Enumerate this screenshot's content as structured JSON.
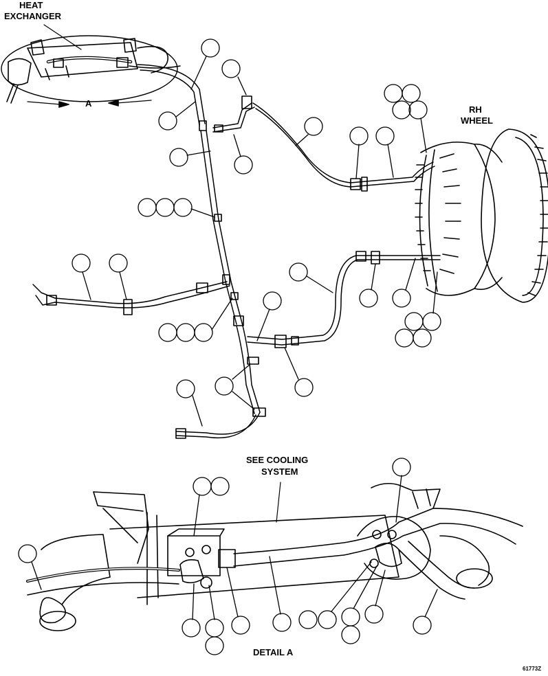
{
  "labels": {
    "heat_exchanger_line1": "HEAT",
    "heat_exchanger_line2": "EXCHANGER",
    "view_letter": "A",
    "rh_wheel_line1": "RH",
    "rh_wheel_line2": "WHEEL",
    "see_cooling_line1": "SEE COOLING",
    "see_cooling_line2": "SYSTEM",
    "detail": "DETAIL A",
    "figure_number": "61773Z"
  },
  "colors": {
    "ink": "#000000",
    "paper": "#ffffff"
  }
}
